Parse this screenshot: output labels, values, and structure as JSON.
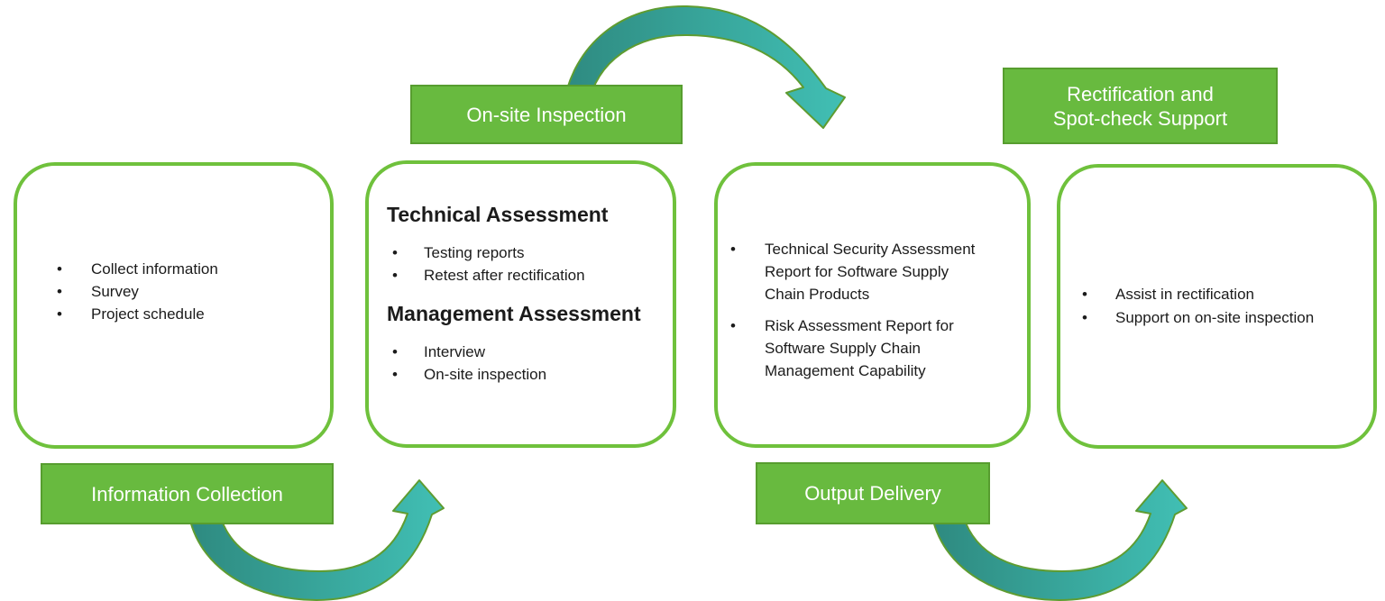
{
  "stages": [
    {
      "label": "Information Collection",
      "items": [
        "Collect information",
        "Survey",
        "Project schedule"
      ]
    },
    {
      "label": "On-site Inspection",
      "sections": [
        {
          "heading": "Technical Assessment",
          "items": [
            "Testing reports",
            "Retest after rectification"
          ]
        },
        {
          "heading": "Management Assessment",
          "items": [
            "Interview",
            "On-site inspection"
          ]
        }
      ]
    },
    {
      "label": "Output Delivery",
      "items": [
        "Technical Security Assessment Report for Software Supply Chain Products",
        "Risk Assessment Report for Software Supply Chain Management Capability"
      ]
    },
    {
      "label": "Rectification and Spot-check Support",
      "label_lines": [
        "Rectification and",
        "Spot-check Support"
      ],
      "items": [
        "Assist in rectification",
        "Support on on-site inspection"
      ]
    }
  ],
  "colors": {
    "box_border": "#6FC13C",
    "label_bg": "#68BA3F",
    "label_border": "#579D2F",
    "label_text": "#FFFFFF",
    "body_text": "#1B1B1B",
    "arrow_start": "#2E8A80",
    "arrow_end": "#41BFB4",
    "arrow_outline": "#5E9C31",
    "canvas_bg": "#FFFFFF"
  }
}
